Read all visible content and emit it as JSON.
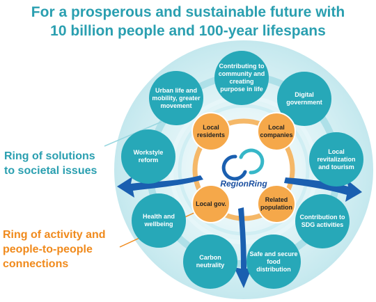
{
  "title": {
    "line1": "For a prosperous and sustainable future with",
    "line2": "10 billion people and 100-year lifespans"
  },
  "outer_nodes": [
    {
      "label": "Contributing to community and creating purpose in life"
    },
    {
      "label": "Digital government"
    },
    {
      "label": "Local revitalization and tourism"
    },
    {
      "label": "Contribution to SDG activities"
    },
    {
      "label": "Safe and secure food distribution"
    },
    {
      "label": "Carbon neutrality"
    },
    {
      "label": "Health and wellbeing"
    },
    {
      "label": "Workstyle reform"
    },
    {
      "label": "Urban life and mobility, greater movement"
    }
  ],
  "inner_nodes": [
    {
      "label": "Local residents"
    },
    {
      "label": "Local companies"
    },
    {
      "label": "Related population"
    },
    {
      "label": "Local gov."
    }
  ],
  "logo": {
    "text": "RegionRing"
  },
  "ring_labels": {
    "solutions": "Ring of solutions to societal issues",
    "activity": "Ring of activity and people-to-people connections"
  },
  "colors": {
    "title": "#2a9fb0",
    "node_teal": "#27a8b8",
    "ring_light": "#d7f0f4",
    "ring_mid": "#aee0e8",
    "inner_orange": "#f5a84a",
    "orange_text": "#f08a1c",
    "arrow_blue": "#1a5fb0"
  }
}
